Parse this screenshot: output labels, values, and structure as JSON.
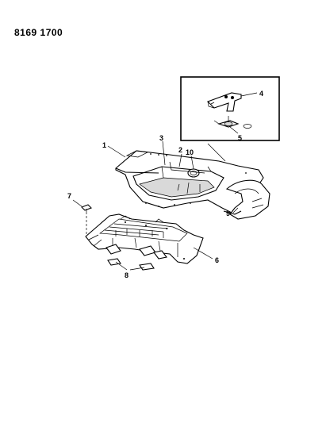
{
  "header": {
    "doc_number": "8169 1700"
  },
  "callouts": {
    "c1": "1",
    "c2": "2",
    "c3": "3",
    "c4": "4",
    "c5": "5",
    "c6": "6",
    "c7": "7",
    "c8": "8",
    "c9": "9",
    "c10": "10"
  }
}
